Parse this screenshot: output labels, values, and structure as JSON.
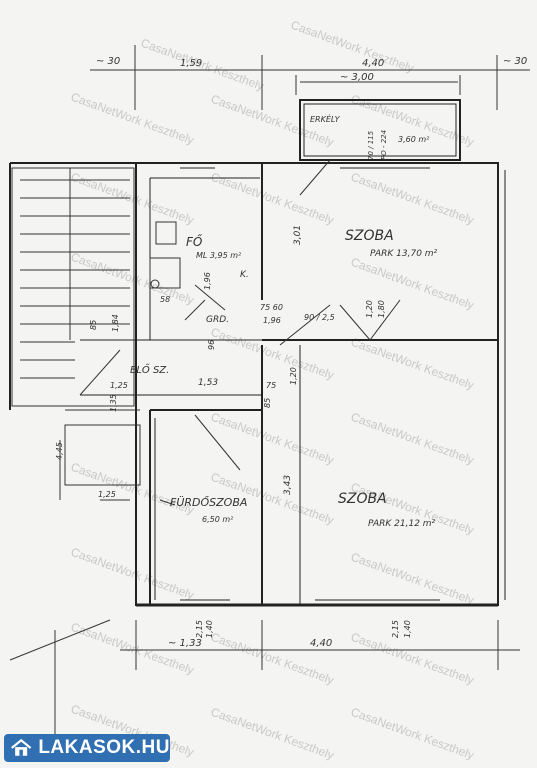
{
  "watermark": "CasaNetWork Keszthely",
  "logo": {
    "text": "LAKASOK.HU"
  },
  "top_dimensions": {
    "left": "~ 30",
    "d1": "1,59",
    "d2": "4,40",
    "right": "~ 30",
    "balcony_width": "~ 3,00"
  },
  "rooms": {
    "balcony": {
      "name": "ERKÉLY",
      "area": "3,60 m²",
      "note1": "70 / 115",
      "note2": "PO - 224"
    },
    "room1": {
      "name": "SZOBA",
      "floor_area": "PARK 13,70 m²",
      "dim": "3,01"
    },
    "kitchen": {
      "name": "FŐ",
      "area": "ML 3,95 m²",
      "label_k": "K."
    },
    "hall": {
      "name": "ELŐ SZ.",
      "dim1": "1,25",
      "dim2": "1,53"
    },
    "corridor": {
      "name": "GRD.",
      "dims": [
        "58",
        "1,96",
        "75 60",
        "1,96",
        "90 / 2,5"
      ]
    },
    "bathroom": {
      "name": "FÜRDŐSZOBA",
      "area": "6,50 m²"
    },
    "room2": {
      "name": "SZOBA",
      "floor_area": "PARK 21,12 m²",
      "dim_h": "3,43",
      "dim_v": "1,20"
    },
    "misc": {
      "d_85": "85",
      "d_184": "1,84",
      "d_135": "1,35",
      "d_445": "4,45",
      "d_125b": "1,25",
      "d_120": "1,20",
      "d_180": "1,80",
      "d_75": "75",
      "d_96": "96",
      "d_85b": "85"
    }
  },
  "bottom_dimensions": {
    "d1": "~ 1,33",
    "d2": "4,40",
    "v1": "2,15",
    "v2": "1,40",
    "v3": "2,15",
    "v4": "1,40"
  }
}
